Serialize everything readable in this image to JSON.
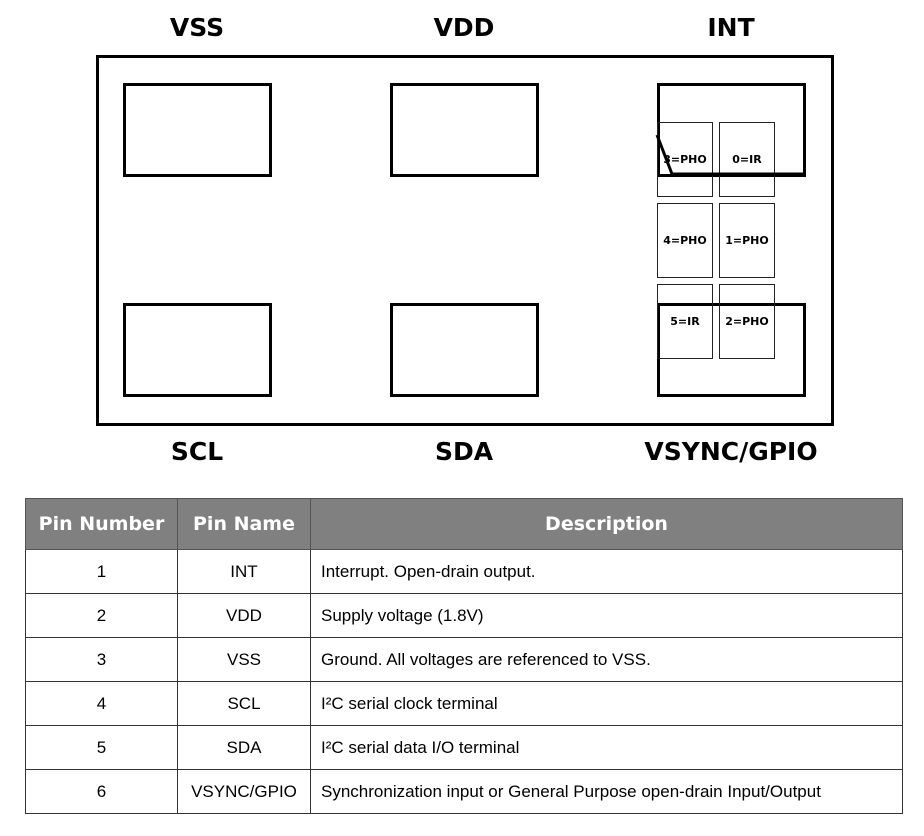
{
  "diagram": {
    "top_labels": [
      "VSS",
      "VDD",
      "INT"
    ],
    "bottom_labels": [
      "SCL",
      "SDA",
      "VSYNC/GPIO"
    ],
    "photodiodes": [
      {
        "id": "3",
        "label": "3=PHO"
      },
      {
        "id": "0",
        "label": "0=IR"
      },
      {
        "id": "4",
        "label": "4=PHO"
      },
      {
        "id": "1",
        "label": "1=PHO"
      },
      {
        "id": "5",
        "label": "5=IR"
      },
      {
        "id": "2",
        "label": "2=PHO"
      }
    ]
  },
  "table": {
    "headers": [
      "Pin Number",
      "Pin Name",
      "Description"
    ],
    "rows": [
      {
        "number": "1",
        "name": "INT",
        "description": "Interrupt. Open-drain output."
      },
      {
        "number": "2",
        "name": "VDD",
        "description": "Supply voltage (1.8V)"
      },
      {
        "number": "3",
        "name": "VSS",
        "description": "Ground. All voltages are referenced to VSS."
      },
      {
        "number": "4",
        "name": "SCL",
        "description": "I²C serial clock terminal"
      },
      {
        "number": "5",
        "name": "SDA",
        "description": "I²C serial data I/O terminal"
      },
      {
        "number": "6",
        "name": "VSYNC/GPIO",
        "description": "Synchronization input or General Purpose open-drain Input/Output"
      }
    ]
  }
}
